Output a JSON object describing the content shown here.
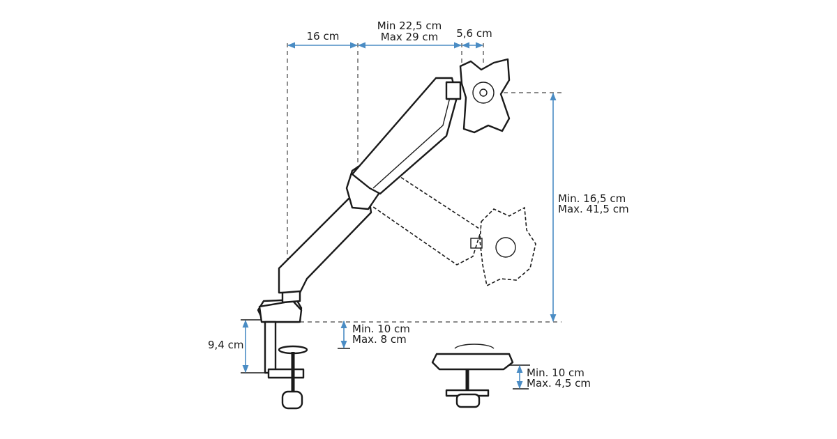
{
  "dimensions": {
    "arm_reach_base": "16 cm",
    "arm_reach_min": "Min 22,5 cm",
    "arm_reach_max": "Max 29 cm",
    "vesa_offset": "5,6 cm",
    "height_min": "Min. 16,5 cm",
    "height_max": "Max. 41,5 cm",
    "clamp_height": "9,4 cm",
    "clamp_desk_min": "Min. 10 cm",
    "clamp_desk_max": "Max. 8 cm",
    "grommet_desk_min": "Min. 10 cm",
    "grommet_desk_max": "Max. 4,5 cm"
  },
  "colors": {
    "dimension_line": "#4a8cc4",
    "drawing": "#1a1a1a"
  }
}
